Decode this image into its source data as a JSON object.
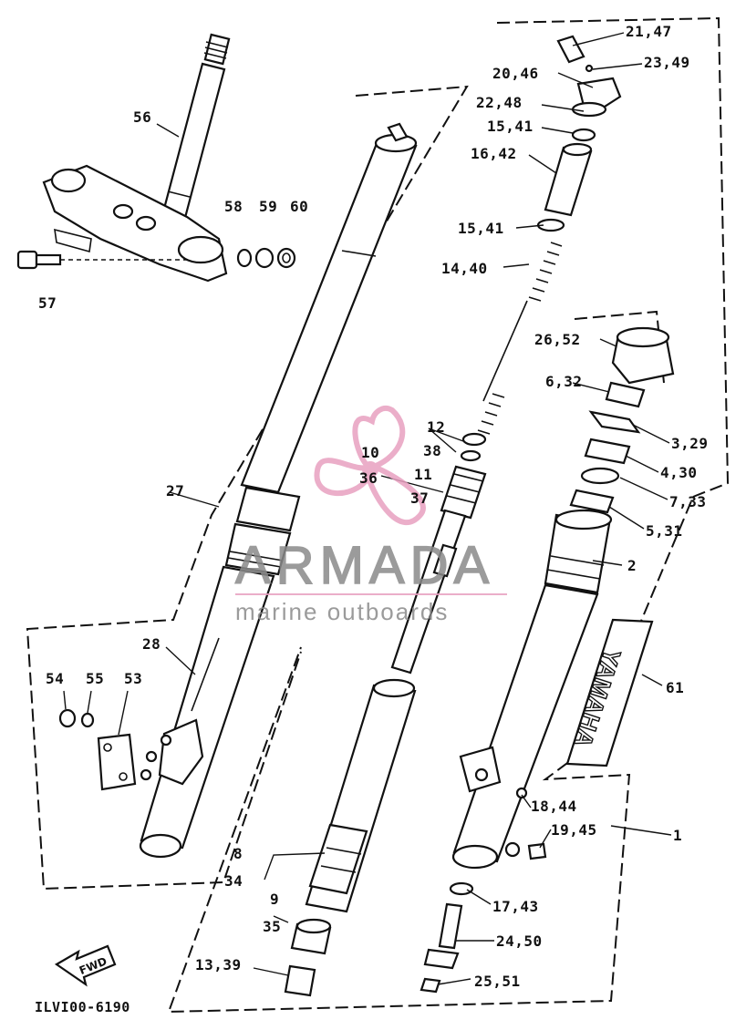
{
  "diagram": {
    "code": "ILVI00-6190",
    "fwd_badge": "FWD",
    "decal_text": "YAMAHA",
    "watermark": {
      "brand": "ARMADA",
      "tagline": "marine outboards",
      "accent": "#e8a0c0"
    },
    "labels": {
      "l_21_47": "21,47",
      "l_23_49": "23,49",
      "l_20_46": "20,46",
      "l_22_48": "22,48",
      "l_15_41a": "15,41",
      "l_16_42": "16,42",
      "l_15_41b": "15,41",
      "l_14_40": "14,40",
      "l_56": "56",
      "l_58": "58",
      "l_59": "59",
      "l_60": "60",
      "l_57": "57",
      "l_26_52": "26,52",
      "l_6_32": "6,32",
      "l_3_29": "3,29",
      "l_4_30": "4,30",
      "l_7_33": "7,33",
      "l_5_31": "5,31",
      "l_2": "2",
      "l_61": "61",
      "l_12": "12",
      "l_38": "38",
      "l_10": "10",
      "l_36": "36",
      "l_11": "11",
      "l_37": "37",
      "l_27": "27",
      "l_28": "28",
      "l_54": "54",
      "l_55": "55",
      "l_53": "53",
      "l_18_44": "18,44",
      "l_19_45": "19,45",
      "l_1": "1",
      "l_8": "8",
      "l_34": "34",
      "l_9": "9",
      "l_35": "35",
      "l_17_43": "17,43",
      "l_24_50": "24,50",
      "l_25_51": "25,51",
      "l_13_39": "13,39"
    }
  }
}
